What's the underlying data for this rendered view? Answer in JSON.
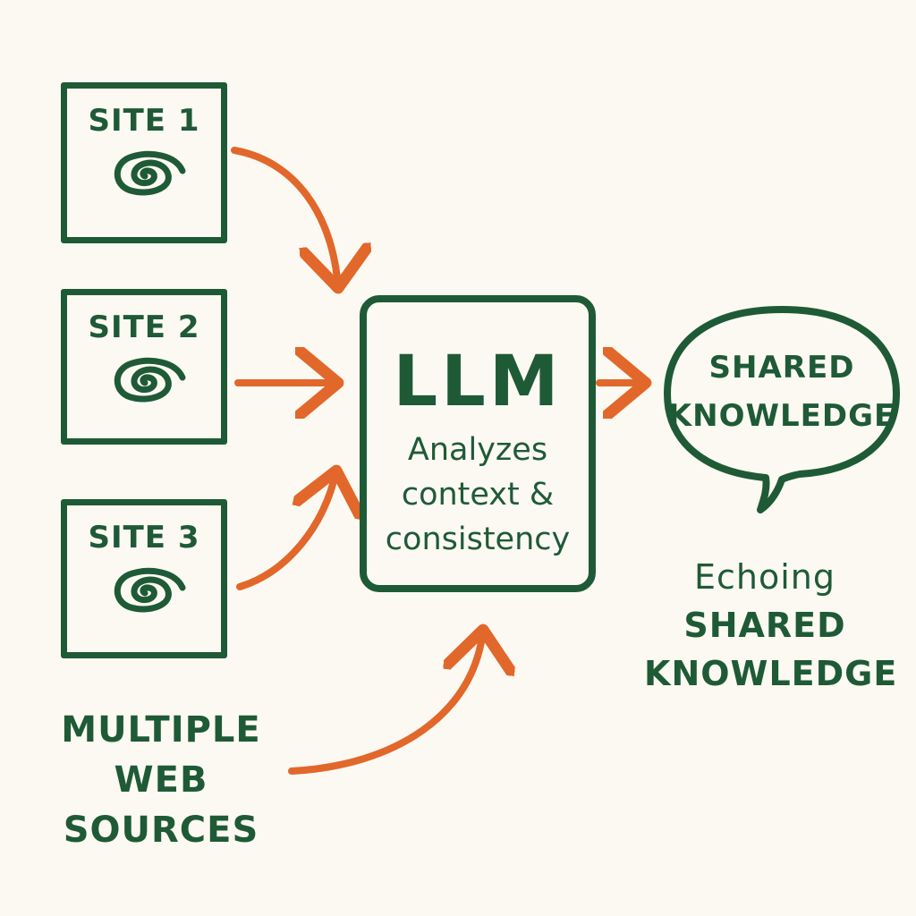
{
  "sources": {
    "sites": [
      {
        "label": "SITE 1",
        "icon": "spiral-icon"
      },
      {
        "label": "SITE 2",
        "icon": "spiral-icon"
      },
      {
        "label": "SITE 3",
        "icon": "spiral-icon"
      }
    ],
    "caption_lines": [
      "MULTIPLE",
      "WEB",
      "SOURCES"
    ]
  },
  "processor": {
    "title": "LLM",
    "description_lines": [
      "Analyzes",
      "context &",
      "consistency"
    ]
  },
  "output": {
    "bubble_lines": [
      "SHARED",
      "KNOWLEDGE"
    ],
    "caption_lines": [
      "Echoing",
      "SHARED",
      "KNOWLEDGE"
    ]
  },
  "colors": {
    "ink_green": "#1f5a37",
    "arrow_orange": "#e2672b",
    "background": "#fbf9f1"
  }
}
